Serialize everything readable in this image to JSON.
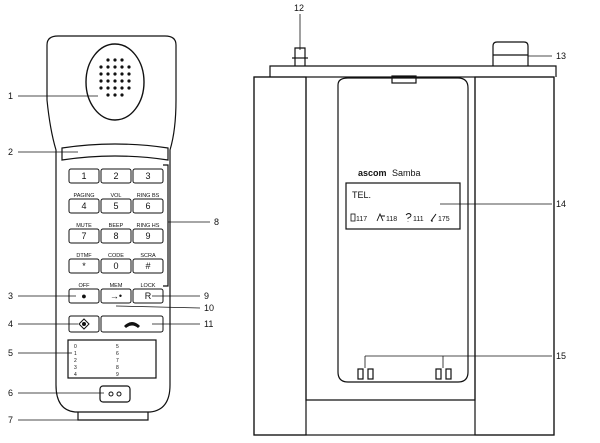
{
  "callouts": [
    "1",
    "2",
    "3",
    "4",
    "5",
    "6",
    "7",
    "8",
    "9",
    "10",
    "11",
    "12",
    "13",
    "14",
    "15"
  ],
  "keypad": {
    "rows": [
      {
        "labels": [
          "",
          "",
          ""
        ],
        "keys": [
          "1",
          "2",
          "3"
        ]
      },
      {
        "labels": [
          "PAGING",
          "VOL",
          "RING BS"
        ],
        "keys": [
          "4",
          "5",
          "6"
        ]
      },
      {
        "labels": [
          "MUTE",
          "BEEP",
          "RING HS"
        ],
        "keys": [
          "7",
          "8",
          "9"
        ]
      },
      {
        "labels": [
          "DTMF",
          "CODE",
          "SCRA"
        ],
        "keys": [
          "*",
          "0",
          "#"
        ]
      }
    ],
    "func_labels": [
      "OFF",
      "MEM",
      "LOCK"
    ],
    "func_keys": [
      "●",
      "→•",
      "R"
    ]
  },
  "label_card": {
    "left": [
      "0",
      "1",
      "2",
      "3",
      "4"
    ],
    "right": [
      "5",
      "6",
      "7",
      "8",
      "9"
    ]
  },
  "charger": {
    "brand": "ascom",
    "model": "Samba",
    "display_line": "TEL.",
    "status": [
      "117",
      "118",
      "111",
      "175"
    ]
  }
}
